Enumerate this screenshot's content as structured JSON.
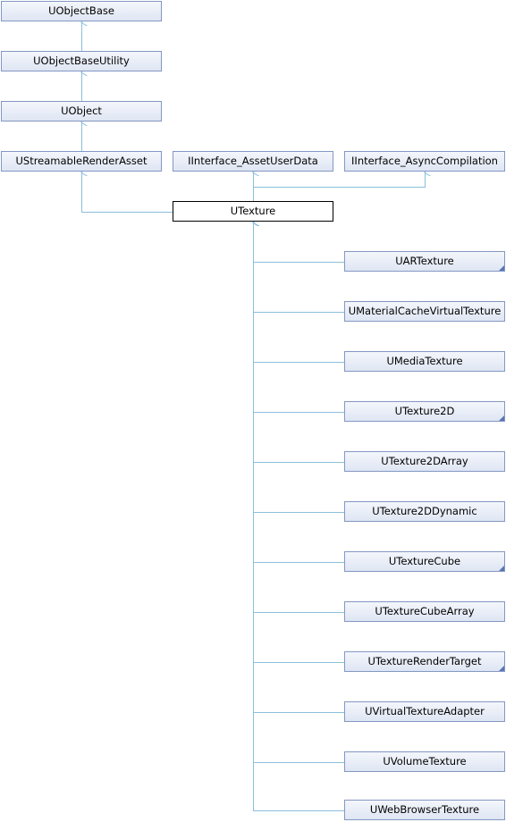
{
  "colors": {
    "edge": "#8bbfdc",
    "node_border": "#8497c4",
    "current_border": "#000000",
    "more_marker": "#5b74b5"
  },
  "nodes": {
    "uobjectbase": {
      "label": "UObjectBase",
      "has_more": false
    },
    "uobjectbaseutility": {
      "label": "UObjectBaseUtility",
      "has_more": false
    },
    "uobject": {
      "label": "UObject",
      "has_more": false
    },
    "ustreamablerenderasset": {
      "label": "UStreamableRenderAsset",
      "has_more": false
    },
    "iinterface_assetuserdata": {
      "label": "IInterface_AssetUserData",
      "has_more": false
    },
    "iinterface_asynccompilation": {
      "label": "IInterface_AsyncCompilation",
      "has_more": false
    },
    "utexture": {
      "label": "UTexture",
      "has_more": false
    },
    "uartexture": {
      "label": "UARTexture",
      "has_more": true
    },
    "umaterialcachevirtualtexture": {
      "label": "UMaterialCacheVirtualTexture",
      "has_more": false
    },
    "umediatexture": {
      "label": "UMediaTexture",
      "has_more": false
    },
    "utexture2d": {
      "label": "UTexture2D",
      "has_more": true
    },
    "utexture2darray": {
      "label": "UTexture2DArray",
      "has_more": false
    },
    "utexture2ddynamic": {
      "label": "UTexture2DDynamic",
      "has_more": false
    },
    "utexturecube": {
      "label": "UTextureCube",
      "has_more": true
    },
    "utexturecubearray": {
      "label": "UTextureCubeArray",
      "has_more": false
    },
    "utexturerendertarget": {
      "label": "UTextureRenderTarget",
      "has_more": true
    },
    "uvirtualtextureadapter": {
      "label": "UVirtualTextureAdapter",
      "has_more": false
    },
    "uvolumetexture": {
      "label": "UVolumeTexture",
      "has_more": false
    },
    "uwebbrowsertexture": {
      "label": "UWebBrowserTexture",
      "has_more": false
    }
  },
  "current": "utexture",
  "edges": [
    {
      "from": "uobjectbaseutility",
      "to": "uobjectbase"
    },
    {
      "from": "uobject",
      "to": "uobjectbaseutility"
    },
    {
      "from": "ustreamablerenderasset",
      "to": "uobject"
    },
    {
      "from": "utexture",
      "to": "ustreamablerenderasset"
    },
    {
      "from": "utexture",
      "to": "iinterface_assetuserdata"
    },
    {
      "from": "utexture",
      "to": "iinterface_asynccompilation"
    },
    {
      "from": "uartexture",
      "to": "utexture"
    },
    {
      "from": "umaterialcachevirtualtexture",
      "to": "utexture"
    },
    {
      "from": "umediatexture",
      "to": "utexture"
    },
    {
      "from": "utexture2d",
      "to": "utexture"
    },
    {
      "from": "utexture2darray",
      "to": "utexture"
    },
    {
      "from": "utexture2ddynamic",
      "to": "utexture"
    },
    {
      "from": "utexturecube",
      "to": "utexture"
    },
    {
      "from": "utexturecubearray",
      "to": "utexture"
    },
    {
      "from": "utexturerendertarget",
      "to": "utexture"
    },
    {
      "from": "uvirtualtextureadapter",
      "to": "utexture"
    },
    {
      "from": "uvolumetexture",
      "to": "utexture"
    },
    {
      "from": "uwebbrowsertexture",
      "to": "utexture"
    }
  ]
}
